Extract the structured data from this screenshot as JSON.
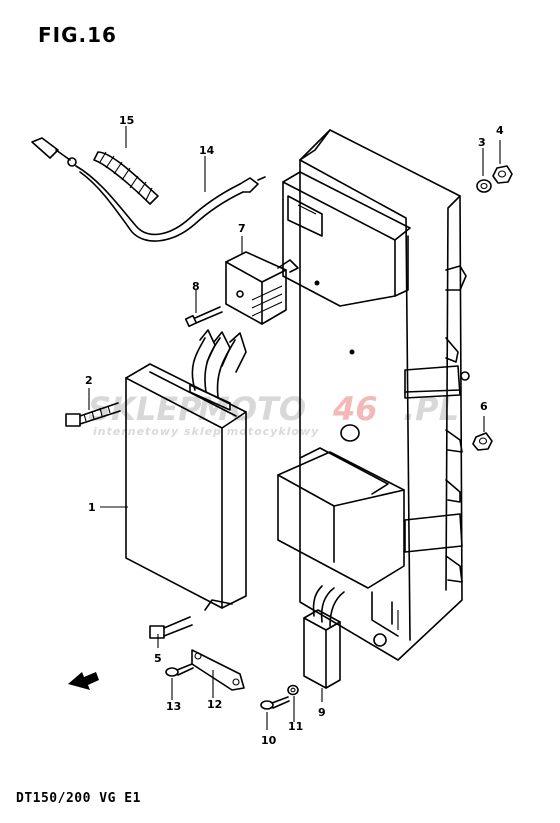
{
  "figure": {
    "title": "FIG.16",
    "model_code": "DT150/200  VG  E1"
  },
  "watermark": {
    "main_left": "SKLEP",
    "main_mid": "MOTO",
    "main_red": "46",
    "main_right": ".PL",
    "tagline": "internetowy sklep motocyklowy"
  },
  "callouts": [
    "1",
    "2",
    "3",
    "4",
    "5",
    "6",
    "7",
    "8",
    "9",
    "10",
    "11",
    "12",
    "13",
    "14",
    "15"
  ],
  "colors": {
    "line": "#000000",
    "background": "#ffffff",
    "watermark_gray": "#d8d8d8",
    "watermark_red": "#f3b9b9"
  }
}
